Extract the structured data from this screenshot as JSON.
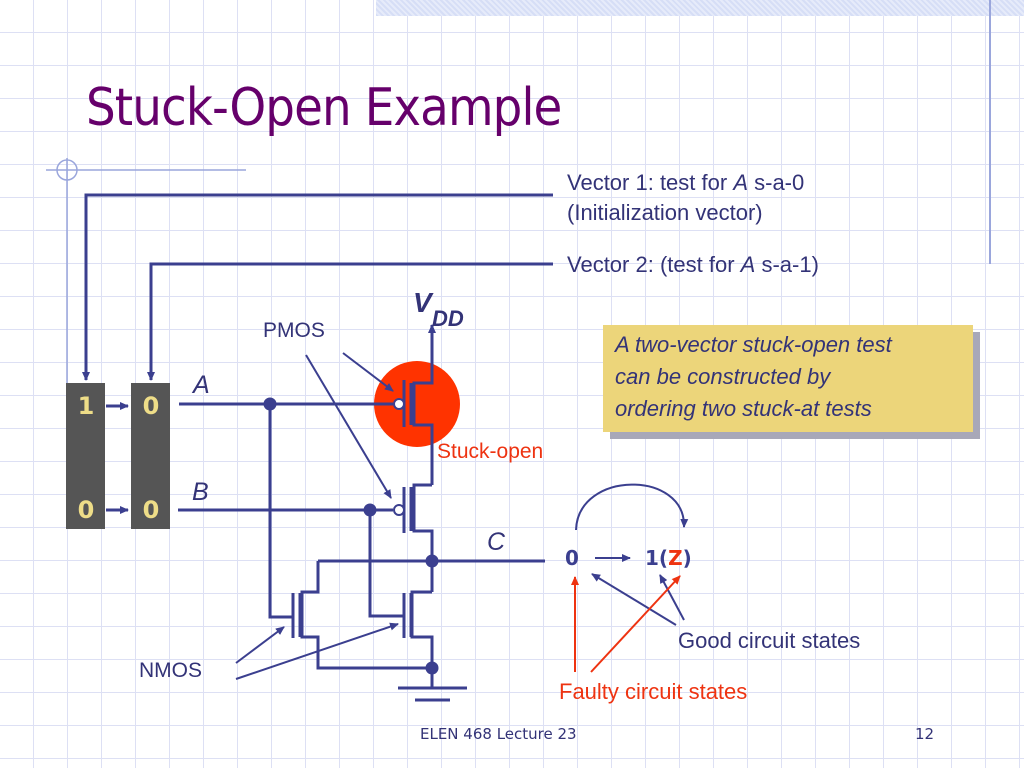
{
  "slide": {
    "title": "Stuck-Open Example",
    "footer_left": "ELEN 468 Lecture 23",
    "page_number": "12"
  },
  "annotations": {
    "vector1_line1_prefix": "Vector 1: test for ",
    "vector1_line1_var": "A",
    "vector1_line1_suffix": " s-a-0",
    "vector1_line2": "(Initialization vector)",
    "vector2_prefix": "Vector 2: (test for ",
    "vector2_var": "A",
    "vector2_suffix": " s-a-1)",
    "callout": [
      "A two-vector stuck-open test",
      "can be constructed by",
      "ordering two stuck-at tests"
    ]
  },
  "circuit": {
    "vdd_main": "V",
    "vdd_sub": "DD",
    "pmos_label": "PMOS",
    "nmos_label": "NMOS",
    "input_a": "A",
    "input_b": "B",
    "output_c": "C",
    "fault_label": "Stuck-open",
    "vector1_bits": [
      "1",
      "0"
    ],
    "vector2_bits": [
      "0",
      "0"
    ]
  },
  "states": {
    "initial": "0",
    "final_prefix": "1(",
    "final_faulty": "Z",
    "final_suffix": ")",
    "good_label": "Good circuit states",
    "faulty_label": "Faulty circuit states"
  },
  "colors": {
    "wire": "#3b3f8f",
    "title": "#66006b",
    "fault": "#ff3300",
    "fault_text": "#ee3311",
    "register": "#555555",
    "bit": "#eedd88",
    "callout_bg": "#ecd57a"
  }
}
